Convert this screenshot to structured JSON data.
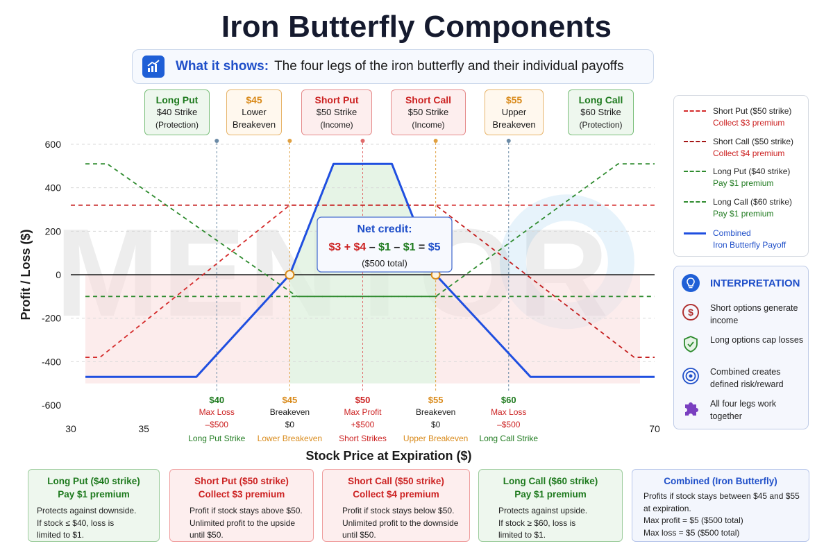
{
  "title": "Iron Butterfly Components",
  "what": {
    "label": "What it shows:",
    "text": "The four legs of the iron butterfly and their individual payoffs"
  },
  "callouts": [
    {
      "l1": "Long Put",
      "l2": "$40 Strike",
      "l3": "(Protection)"
    },
    {
      "l1": "$45",
      "l2": "Lower",
      "l3": "Breakeven"
    },
    {
      "l1": "Short Put",
      "l2": "$50 Strike",
      "l3": "(Income)"
    },
    {
      "l1": "Short Call",
      "l2": "$50 Strike",
      "l3": "(Income)"
    },
    {
      "l1": "$55",
      "l2": "Upper",
      "l3": "Breakeven"
    },
    {
      "l1": "Long Call",
      "l2": "$60 Strike",
      "l3": "(Protection)"
    }
  ],
  "chart_data": {
    "type": "line",
    "xlabel": "Stock Price at Expiration ($)",
    "ylabel": "Profit / Loss ($)",
    "xlim": [
      30,
      70
    ],
    "ylim": [
      -600,
      600
    ],
    "xticks": [
      "30",
      "35",
      "70"
    ],
    "yticks": [
      "600",
      "400",
      "200",
      "0",
      "-200",
      "-400",
      "-600"
    ],
    "series": [
      {
        "name": "Short Put ($50 strike)",
        "color": "#d42a2a",
        "dash": true,
        "x": [
          31,
          32,
          45,
          50,
          70
        ],
        "y": [
          -380,
          -380,
          320,
          320,
          320
        ]
      },
      {
        "name": "Short Call ($50 strike)",
        "color": "#c41c1c",
        "dash": true,
        "x": [
          30,
          50,
          55,
          68.6,
          70
        ],
        "y": [
          320,
          320,
          320,
          -380,
          -380
        ]
      },
      {
        "name": "Long Put ($40 strike)",
        "color": "#2e8b2e",
        "dash": true,
        "x": [
          31,
          32.5,
          45.5,
          70
        ],
        "y": [
          510,
          510,
          -100,
          -100
        ]
      },
      {
        "name": "Long Call ($60 strike)",
        "color": "#2e8b2e",
        "dash": true,
        "x": [
          31,
          55,
          67.5,
          70
        ],
        "y": [
          -100,
          -100,
          510,
          510
        ]
      },
      {
        "name": "Combined Iron Butterfly Payoff",
        "color": "#1f4fe0",
        "dash": false,
        "x": [
          31,
          38.6,
          45,
          48,
          50,
          52,
          55,
          61.5,
          70
        ],
        "y": [
          -470,
          -470,
          0,
          510,
          510,
          510,
          0,
          -470,
          -470
        ]
      }
    ],
    "legend": [
      {
        "name": "Short Put ($50 strike)",
        "sub": "Collect $3 premium",
        "sub_color": "#cc2222",
        "color": "#d42a2a",
        "dash": true
      },
      {
        "name": "Short Call ($50 strike)",
        "sub": "Collect $4 premium",
        "sub_color": "#cc2222",
        "color": "#a51616",
        "dash": true
      },
      {
        "name": "Long Put ($40 strike)",
        "sub": "Pay $1 premium",
        "sub_color": "#1e7a1e",
        "color": "#2e8b2e",
        "dash": true
      },
      {
        "name": "Long Call ($60 strike)",
        "sub": "Pay $1 premium",
        "sub_color": "#1e7a1e",
        "color": "#2e8b2e",
        "dash": true
      },
      {
        "name": "Combined",
        "sub": "Iron Butterfly Payoff",
        "sub_color": "#1f4fc9",
        "color": "#1f4fe0",
        "dash": false
      }
    ],
    "annotation": {
      "title": "Net credit:",
      "parts": [
        {
          "t": "$3",
          "c": "#cc2222"
        },
        {
          "t": " + ",
          "c": "#cc2222"
        },
        {
          "t": "$4",
          "c": "#cc2222"
        },
        {
          "t": " – ",
          "c": "#1a1a1a"
        },
        {
          "t": "$1",
          "c": "#1e7a1e"
        },
        {
          "t": " – ",
          "c": "#1a1a1a"
        },
        {
          "t": "$1",
          "c": "#1e7a1e"
        },
        {
          "t": " = ",
          "c": "#1a1a1a"
        },
        {
          "t": "$5",
          "c": "#1f4fc9"
        }
      ],
      "sub": "($500 total)"
    },
    "strike_labels": [
      {
        "x": 40,
        "lines": [
          "$40",
          "Max Loss",
          "–$500",
          "Long Put Strike"
        ],
        "colors": [
          "#1e7a1e",
          "#cc2222",
          "#cc2222",
          "#1e7a1e"
        ]
      },
      {
        "x": 45,
        "lines": [
          "$45",
          "Breakeven",
          "$0",
          "Lower Breakeven"
        ],
        "colors": [
          "#d98a1a",
          "#1a1a1a",
          "#1a1a1a",
          "#d98a1a"
        ]
      },
      {
        "x": 50,
        "lines": [
          "$50",
          "Max Profit",
          "+$500",
          "Short Strikes"
        ],
        "colors": [
          "#cc2222",
          "#cc2222",
          "#cc2222",
          "#cc2222"
        ]
      },
      {
        "x": 55,
        "lines": [
          "$55",
          "Breakeven",
          "$0",
          "Upper Breakeven"
        ],
        "colors": [
          "#d98a1a",
          "#1a1a1a",
          "#1a1a1a",
          "#d98a1a"
        ]
      },
      {
        "x": 60,
        "lines": [
          "$60",
          "Max Loss",
          "–$500",
          "Long Call Strike"
        ],
        "colors": [
          "#1e7a1e",
          "#cc2222",
          "#cc2222",
          "#1e7a1e"
        ]
      }
    ],
    "vlines": [
      {
        "x": 40,
        "color": "#6a8aa6"
      },
      {
        "x": 45,
        "color": "#e0a040"
      },
      {
        "x": 50,
        "color": "#e06a6a"
      },
      {
        "x": 55,
        "color": "#e0a040"
      },
      {
        "x": 60,
        "color": "#6a8aa6"
      }
    ],
    "breakeven_points": [
      {
        "x": 45,
        "y": 0
      },
      {
        "x": 55,
        "y": 0
      }
    ],
    "watermark": "MENTOR"
  },
  "interpretation": {
    "title": "INTERPRETATION",
    "items": [
      {
        "icon": "dollar-icon",
        "text": "Short options generate income"
      },
      {
        "icon": "shield-icon",
        "text": "Long options cap losses"
      },
      {
        "icon": "target-icon",
        "text": "Combined creates defined risk/reward"
      },
      {
        "icon": "puzzle-icon",
        "text": "All four legs work together"
      }
    ]
  },
  "cards": [
    {
      "title": "Long Put ($40 strike)",
      "sub": "Pay $1 premium",
      "body": [
        "Protects against downside.",
        "If stock ≤ $40, loss is",
        "limited to $1."
      ]
    },
    {
      "title": "Short Put ($50 strike)",
      "sub": "Collect $3 premium",
      "body": [
        "Profit if stock stays above $50.",
        "Unlimited profit to the upside",
        "until $50."
      ]
    },
    {
      "title": "Short Call ($50 strike)",
      "sub": "Collect $4 premium",
      "body": [
        "Profit if stock stays below $50.",
        "Unlimited profit to the downside",
        "until $50."
      ]
    },
    {
      "title": "Long Call ($60 strike)",
      "sub": "Pay $1 premium",
      "body": [
        "Protects against upside.",
        "If stock ≥ $60, loss is",
        "limited to $1."
      ]
    },
    {
      "title": "Combined (Iron Butterfly)",
      "sub": "",
      "body": [
        "Profits if stock stays between $45 and $55",
        "at expiration.",
        "Max profit = $5 ($500 total)",
        "Max loss = $5 ($500 total)"
      ]
    }
  ]
}
